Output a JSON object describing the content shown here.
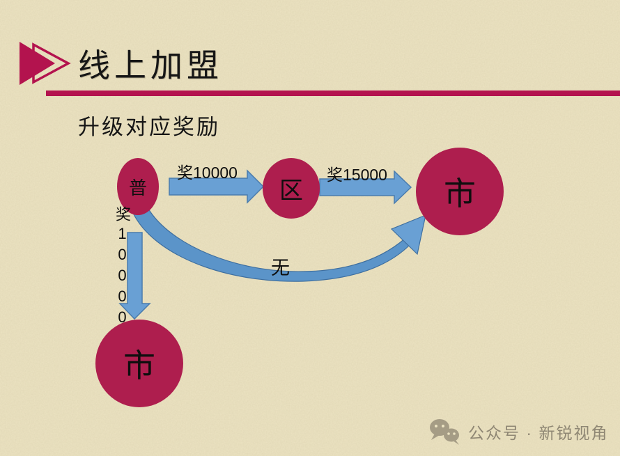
{
  "slide": {
    "title": "线上加盟",
    "subtitle": "升级对应奖励"
  },
  "diagram": {
    "nodes": {
      "pu": "普",
      "qu": "区",
      "shi_right": "市",
      "shi_bottom": "市"
    },
    "edge_labels": {
      "pu_to_qu": "奖10000",
      "qu_to_shi_right": "奖15000",
      "pu_to_shi_bottom": "奖10000",
      "pu_to_shi_right_curve": "无"
    }
  },
  "watermark": {
    "icon": "wechat-icon",
    "text": "公众号 · 新锐视角"
  },
  "colors": {
    "background": "#ece3c2",
    "crimson_accent": "#b3134e",
    "node_fill": "#ae1e4e",
    "arrow_fill": "#69a0d4",
    "arrow_stroke": "#4a7cad",
    "curve_fill": "#5b94c9",
    "curve_stroke": "#3f6f9f",
    "text_dark": "#161616",
    "watermark_gray": "#8f8774",
    "watermark_icon_gray": "#a59c85"
  }
}
